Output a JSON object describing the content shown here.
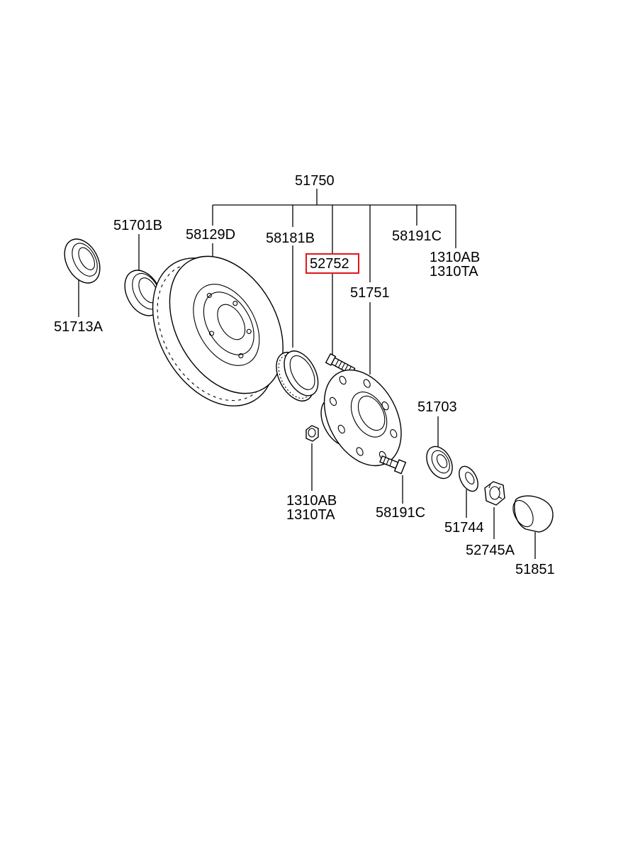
{
  "diagram": {
    "parts": {
      "assembly": "51750",
      "seal_outer": "51713A",
      "bearing_outer": "51701B",
      "brake_disc": "58129D",
      "tone_ring": "58181B",
      "wheel_stud": "52752",
      "hub": "51751",
      "bolt_upper": "58191C",
      "nut_upper_1": "1310AB",
      "nut_upper_2": "1310TA",
      "nut_lower_1": "1310AB",
      "nut_lower_2": "1310TA",
      "bolt_lower": "58191C",
      "bearing_inner": "51703",
      "washer": "51744",
      "lock_nut": "52745A",
      "hub_cap": "51851"
    },
    "highlighted_part": "52752",
    "highlight_color": "#e0161b"
  }
}
